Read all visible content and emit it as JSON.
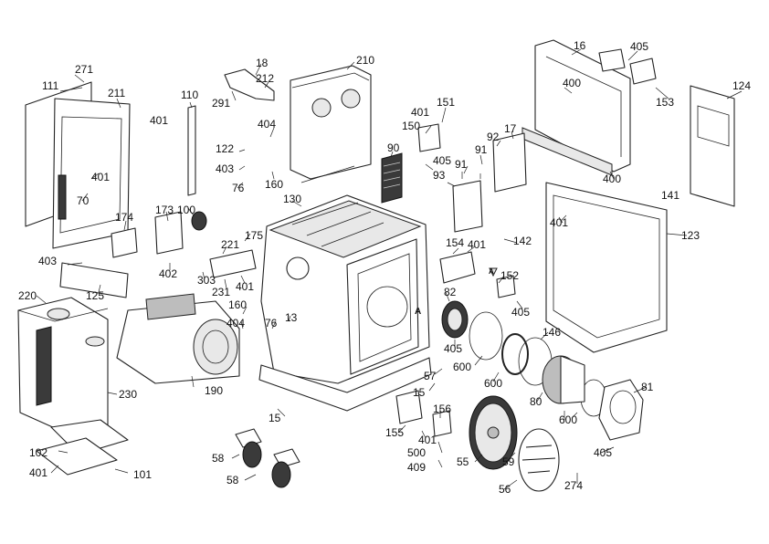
{
  "diagram": {
    "labels": [
      "16",
      "405",
      "124",
      "400",
      "153",
      "271",
      "111",
      "211",
      "18",
      "212",
      "291",
      "210",
      "110",
      "401",
      "151",
      "150",
      "92",
      "17",
      "90",
      "405",
      "91",
      "401",
      "404",
      "122",
      "403",
      "76",
      "160",
      "70",
      "174",
      "173",
      "100",
      "130",
      "93",
      "401",
      "141",
      "175",
      "403",
      "221",
      "402",
      "125",
      "303",
      "401",
      "231",
      "142",
      "154",
      "401",
      "123",
      "220",
      "160",
      "404",
      "76",
      "13",
      "82",
      "152",
      "405",
      "190",
      "230",
      "405",
      "600",
      "57",
      "146",
      "15",
      "600",
      "81",
      "156",
      "80",
      "600",
      "155",
      "401",
      "405",
      "102",
      "101",
      "401",
      "15",
      "500",
      "409",
      "58",
      "55",
      "59",
      "58",
      "56",
      "274",
      "400",
      "401",
      "91"
    ],
    "marker": "A"
  }
}
